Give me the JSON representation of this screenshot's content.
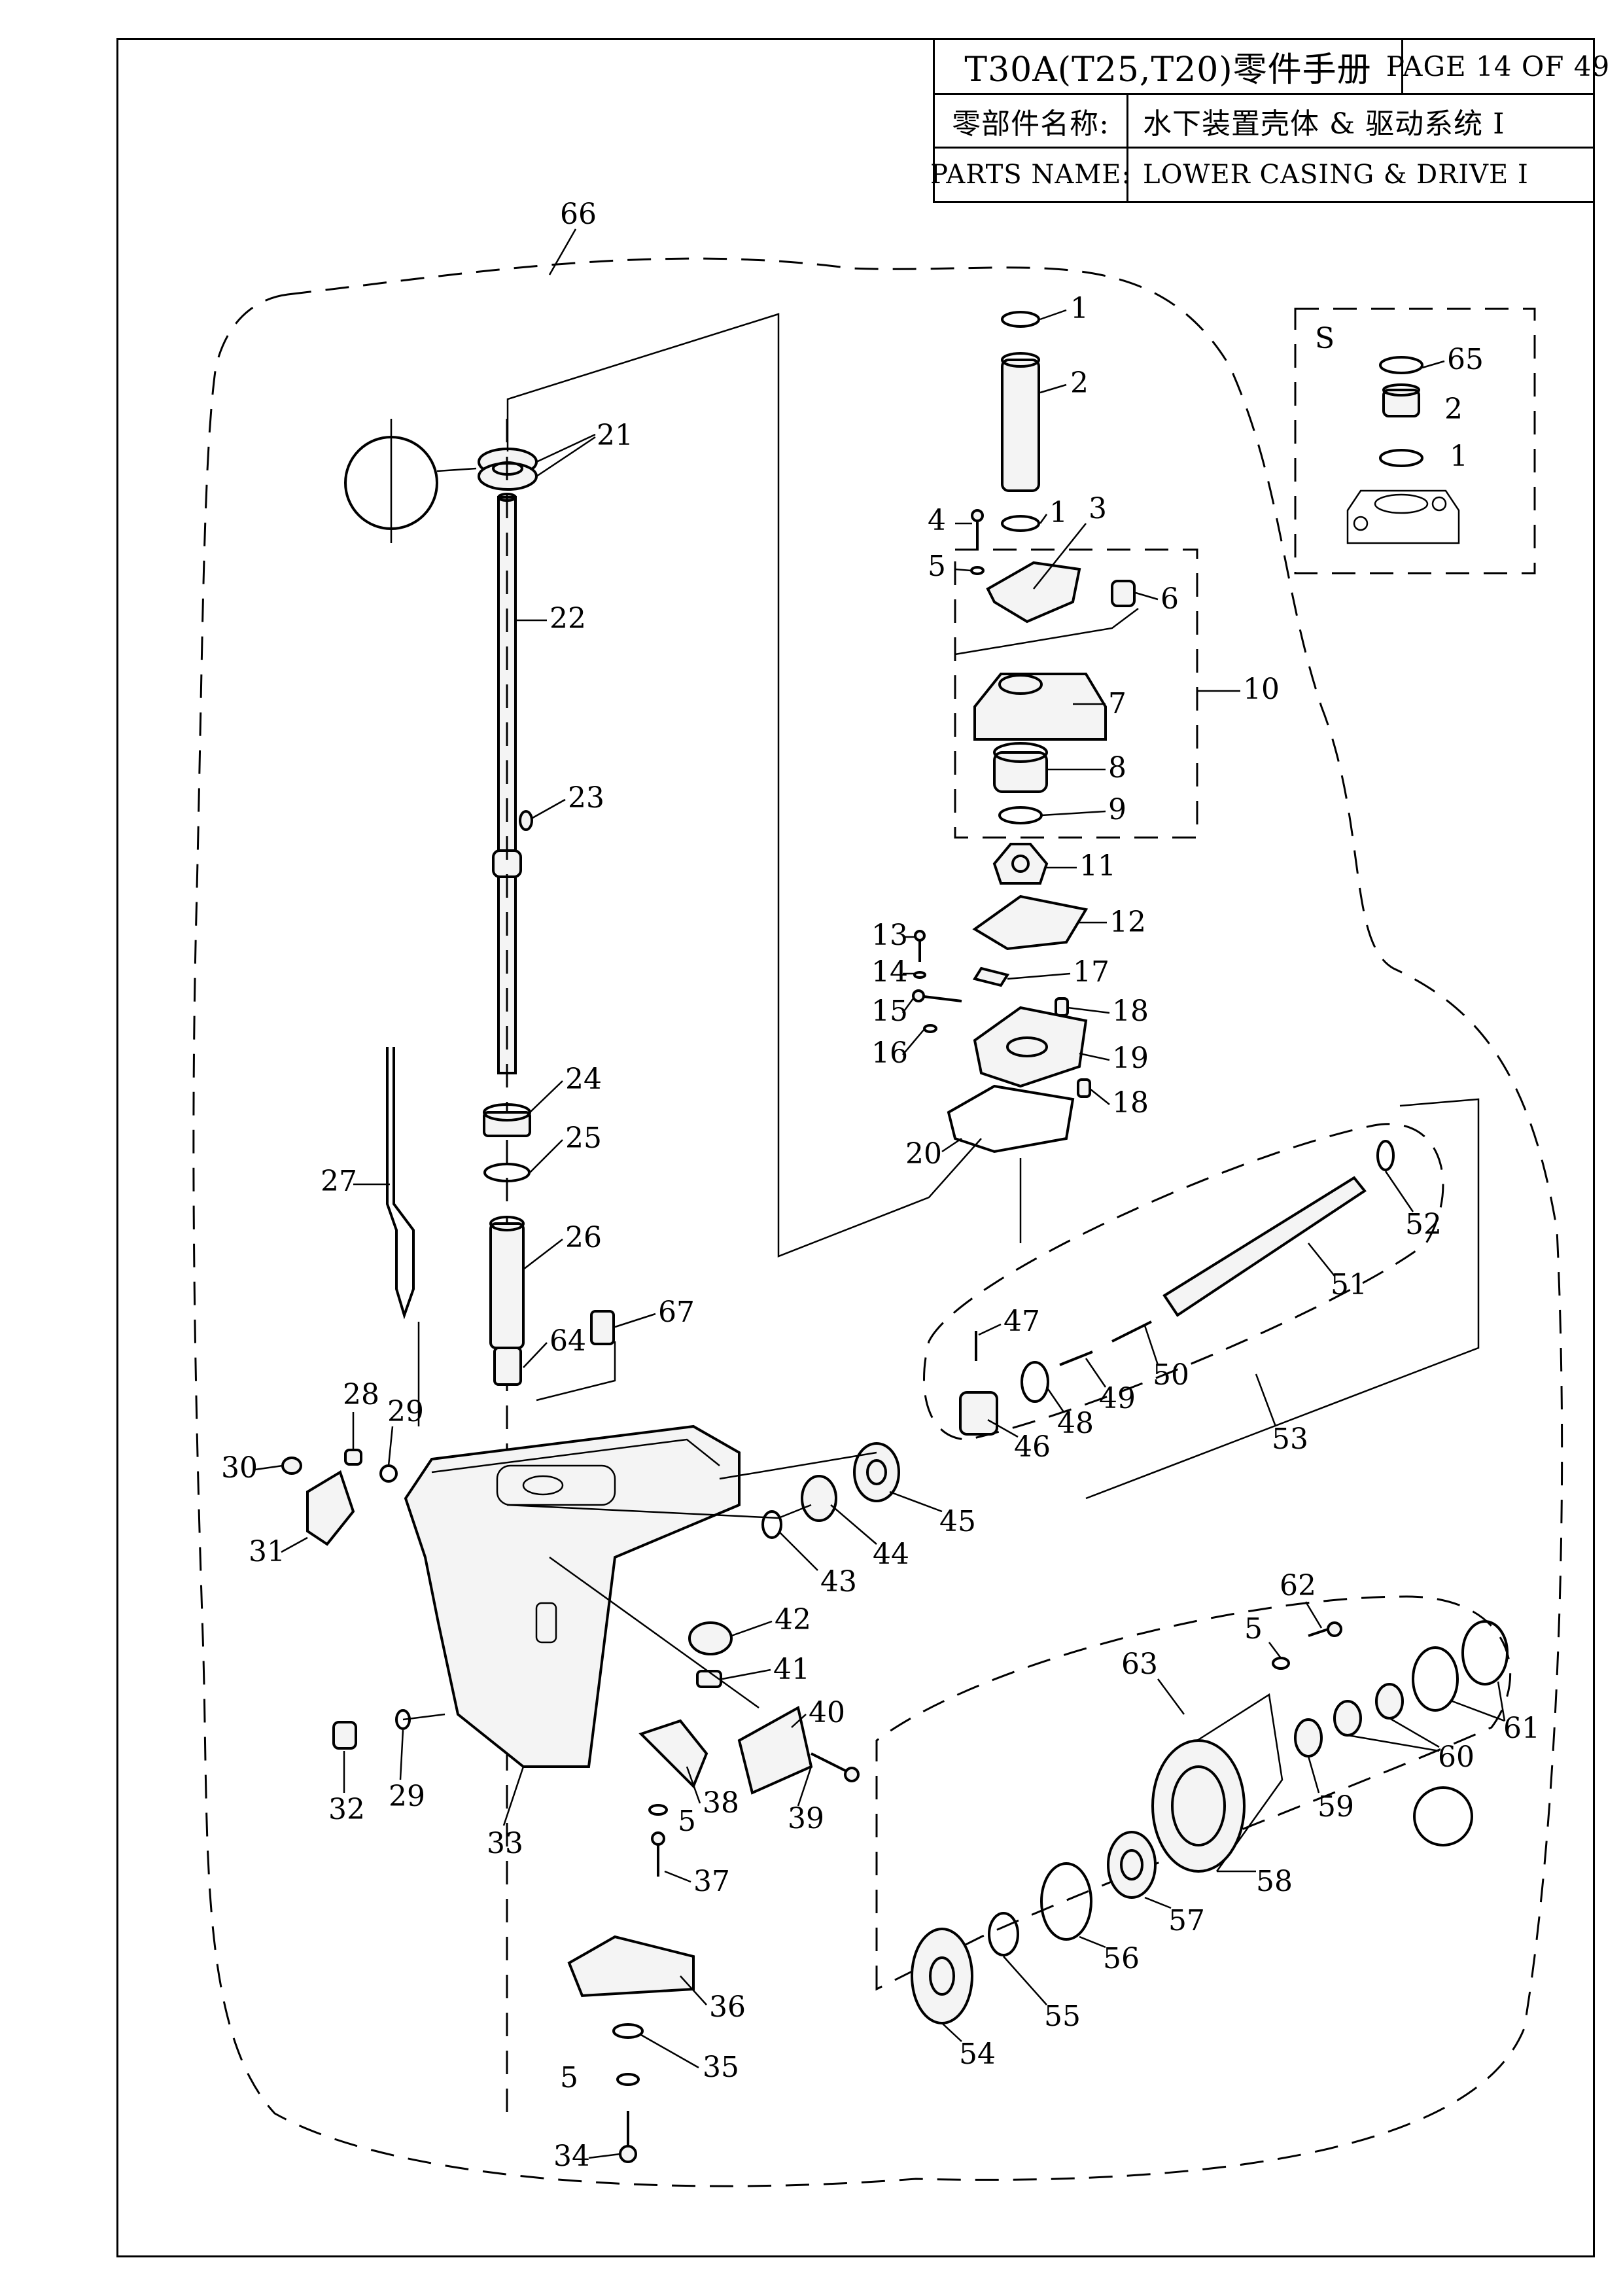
{
  "title_block": {
    "model": "T30A(T25,T20)零件手册",
    "page": "PAGE 14 OF 49",
    "name_cn_label": "零部件名称:",
    "name_cn_value": "水下装置壳体 & 驱动系统 I",
    "name_en_label": "PARTS NAME:",
    "name_en_value": "LOWER CASING & DRIVE  I"
  },
  "diagram": {
    "inset_label": "S",
    "callouts": [
      "1",
      "2",
      "3",
      "4",
      "5",
      "6",
      "7",
      "8",
      "9",
      "10",
      "11",
      "12",
      "13",
      "14",
      "15",
      "16",
      "17",
      "18",
      "19",
      "20",
      "21",
      "22",
      "23",
      "24",
      "25",
      "26",
      "27",
      "28",
      "29",
      "30",
      "31",
      "32",
      "33",
      "34",
      "35",
      "36",
      "37",
      "38",
      "39",
      "40",
      "41",
      "42",
      "43",
      "44",
      "45",
      "46",
      "47",
      "48",
      "49",
      "50",
      "51",
      "52",
      "53",
      "54",
      "55",
      "56",
      "57",
      "58",
      "59",
      "60",
      "61",
      "62",
      "63",
      "64",
      "65",
      "66",
      "67"
    ]
  }
}
